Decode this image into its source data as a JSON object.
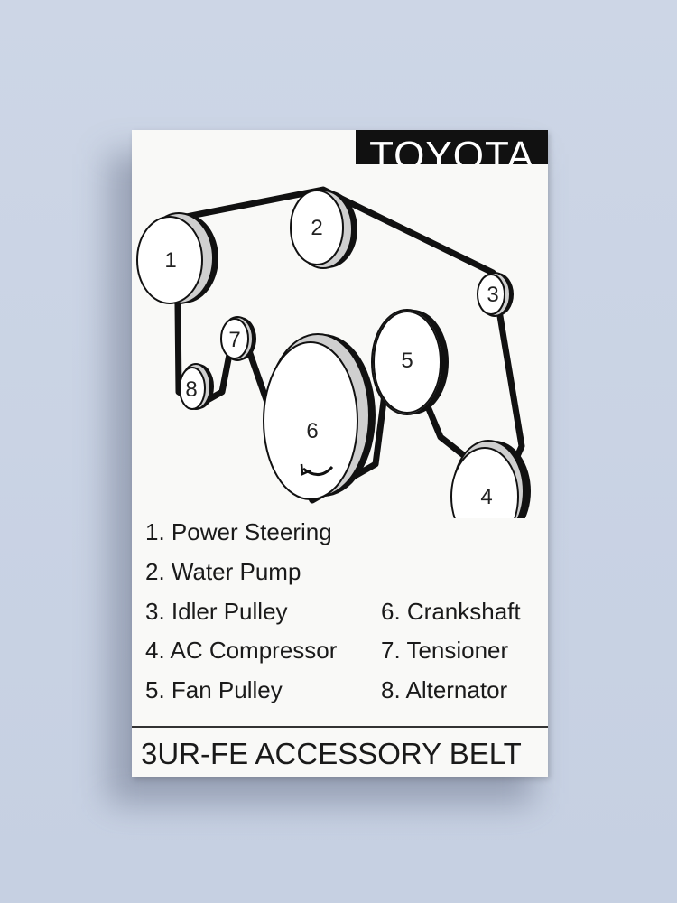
{
  "brand": "TOYOTA",
  "pulleys": [
    {
      "id": "1",
      "label": "1"
    },
    {
      "id": "2",
      "label": "2"
    },
    {
      "id": "3",
      "label": "3"
    },
    {
      "id": "4",
      "label": "4"
    },
    {
      "id": "5",
      "label": "5"
    },
    {
      "id": "6",
      "label": "6"
    },
    {
      "id": "7",
      "label": "7"
    },
    {
      "id": "8",
      "label": "8"
    }
  ],
  "legend": [
    "1. Power Steering",
    "2. Water Pump",
    "3. Idler Pulley",
    "4. AC Compressor",
    "5. Fan Pulley",
    "6. Crankshaft",
    "7. Tensioner",
    "8. Alternator"
  ],
  "title": "3UR-FE ACCESSORY BELT",
  "colors": {
    "belt": "#111111",
    "pulley_side": "#cfcfcf",
    "pulley_face": "#ffffff",
    "brand_bg": "#111111"
  }
}
